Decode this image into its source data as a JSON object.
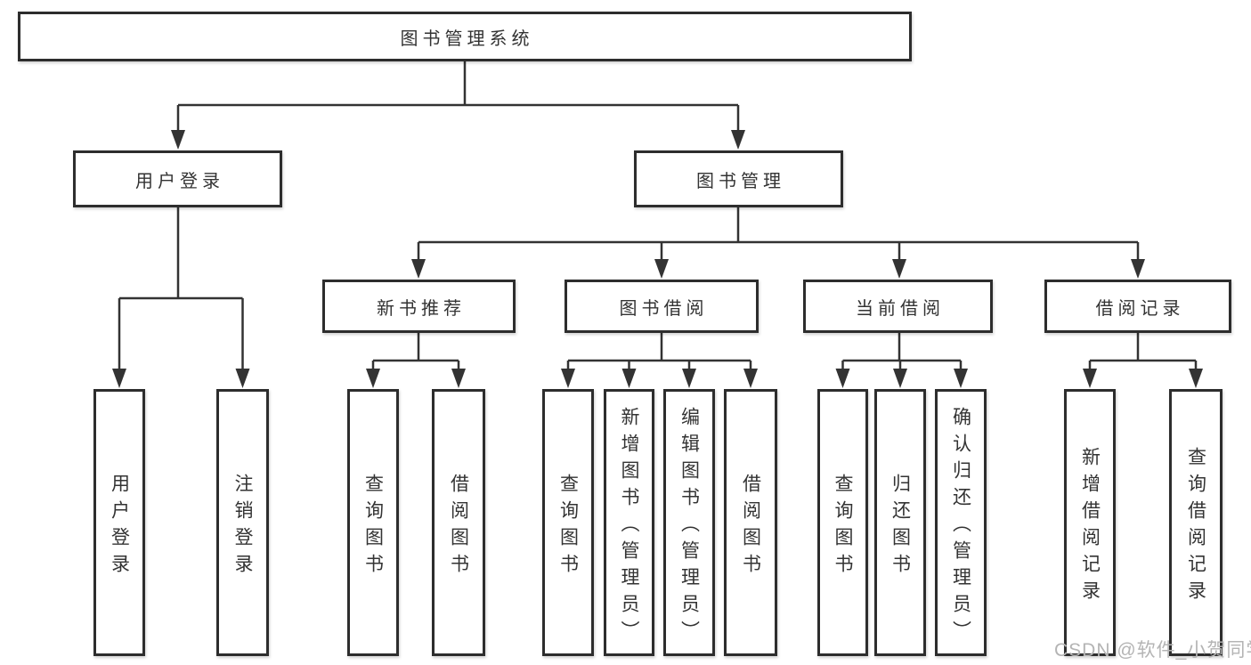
{
  "diagram": {
    "nodes": {
      "root": "图书管理系统",
      "user_login": "用户登录",
      "book_mgmt": "图书管理",
      "new_book_rec": "新书推荐",
      "book_borrow": "图书借阅",
      "current_borrow": "当前借阅",
      "borrow_record": "借阅记录",
      "login": "用户登录",
      "logout": "注销登录",
      "rec_query_book": "查询图书",
      "rec_borrow_book": "借阅图书",
      "bb_query_book": "查询图书",
      "bb_add_book": "新增图书（管理员）",
      "bb_edit_book": "编辑图书（管理员）",
      "bb_borrow_book": "借阅图书",
      "cb_query_book": "查询图书",
      "cb_return_book": "归还图书",
      "cb_confirm_return": "确认归还（管理员）",
      "br_add_record": "新增借阅记录",
      "br_query_record": "查询借阅记录"
    },
    "colors": {
      "box_border": "#2d2d2d",
      "box_fill": "#ffffff",
      "text": "#333333",
      "line": "#333333",
      "watermark": "#b4b4b4",
      "background": "#ffffff"
    },
    "watermark": "CSDN @软件_小贺同学"
  }
}
